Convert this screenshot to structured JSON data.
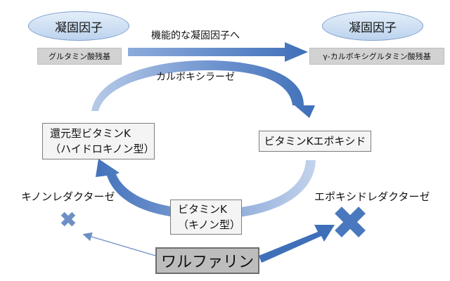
{
  "left_factor": {
    "title": "凝固因子",
    "substrate": "グルタミン酸残基"
  },
  "right_factor": {
    "title": "凝固因子",
    "product": "γ-カルボキシグルタミン酸残基"
  },
  "top_arrow_label": "機能的な凝固因子へ",
  "enzyme_label": "カルボキシラーゼ",
  "reduced_vk": {
    "line1": "還元型ビタミンK",
    "line2": "（ハイドロキノン型）"
  },
  "epoxide_vk": {
    "label": "ビタミンKエポキシド"
  },
  "quinone_vk": {
    "line1": "ビタミンK",
    "line2": "（キノン型）"
  },
  "quinone_reductase": "キノンレダクターゼ",
  "epoxide_reductase": "エポキシドレダクターゼ",
  "inhibitor": "ワルファリン",
  "colors": {
    "arrow_blue": "#4a78bf",
    "arrow_light": "#b7cae8",
    "ellipse_fill": "#c9dcf2",
    "box_fill": "#f4f4f4",
    "inhibitor_fill": "#bdbdbd"
  }
}
